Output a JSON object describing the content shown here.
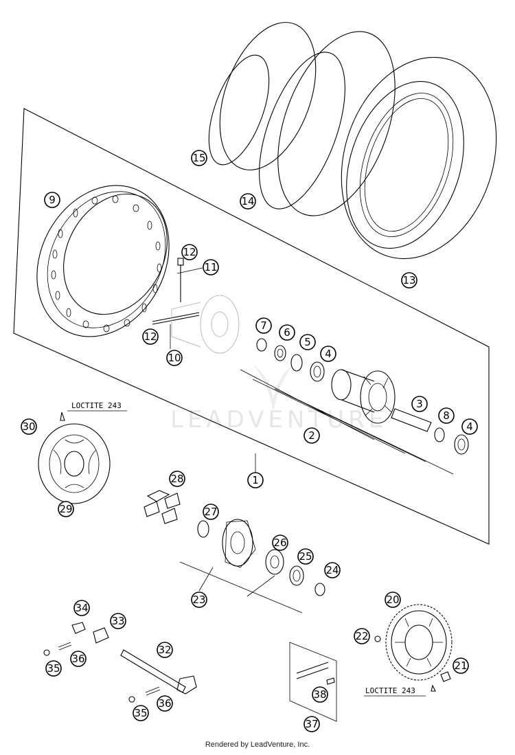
{
  "diagram": {
    "watermark": "LEADVENTURE",
    "footer": "Rendered by LeadVenture, Inc.",
    "notes": [
      "LOCTITE 243",
      "LOCTITE 243"
    ],
    "parts": [
      "1",
      "2",
      "3",
      "4",
      "4",
      "5",
      "6",
      "7",
      "8",
      "9",
      "10",
      "11",
      "12",
      "12",
      "13",
      "14",
      "15",
      "20",
      "21",
      "22",
      "23",
      "24",
      "25",
      "26",
      "27",
      "28",
      "29",
      "30",
      "32",
      "33",
      "34",
      "35",
      "35",
      "36",
      "36",
      "37",
      "38"
    ]
  }
}
